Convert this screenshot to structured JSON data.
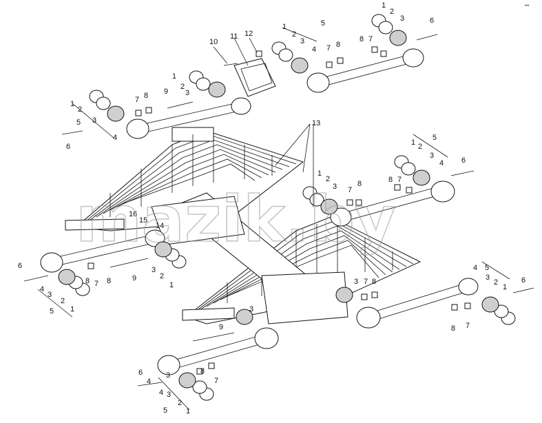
{
  "watermark": "mazik.by",
  "corner_mark": "•••",
  "callouts": [
    {
      "id": "c1",
      "text": "1"
    },
    {
      "id": "c2",
      "text": "2"
    },
    {
      "id": "c3",
      "text": "3"
    },
    {
      "id": "c4",
      "text": "4"
    },
    {
      "id": "c5",
      "text": "5"
    },
    {
      "id": "c6",
      "text": "6"
    },
    {
      "id": "c7",
      "text": "7"
    },
    {
      "id": "c8",
      "text": "8"
    },
    {
      "id": "c9",
      "text": "9"
    },
    {
      "id": "c10",
      "text": "10"
    },
    {
      "id": "c11",
      "text": "11"
    },
    {
      "id": "c12",
      "text": "12"
    },
    {
      "id": "c13",
      "text": "13"
    },
    {
      "id": "c14",
      "text": "14"
    },
    {
      "id": "c15",
      "text": "15"
    },
    {
      "id": "c16",
      "text": "16"
    }
  ]
}
